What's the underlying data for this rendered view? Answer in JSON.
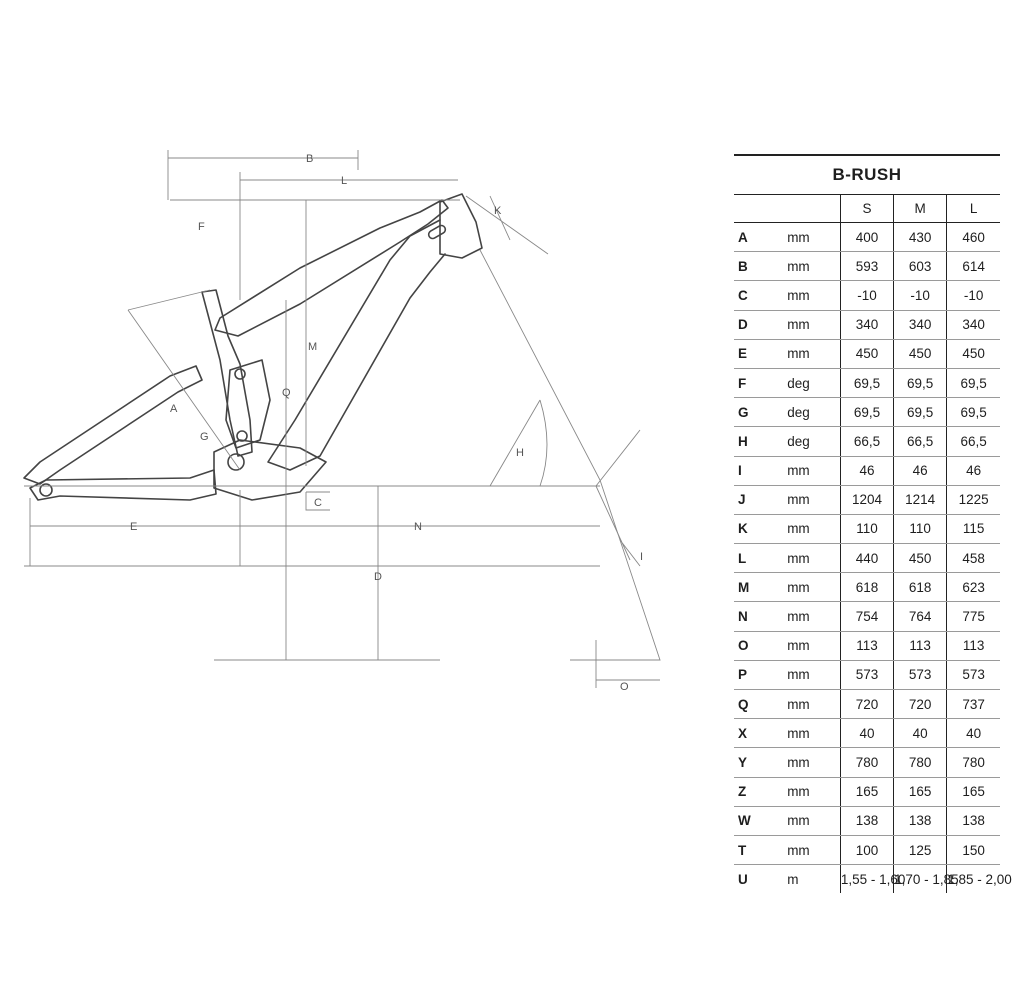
{
  "model": "B-RUSH",
  "sizes": [
    "S",
    "M",
    "L"
  ],
  "rows": [
    {
      "letter": "A",
      "unit": "mm",
      "values": [
        "400",
        "430",
        "460"
      ]
    },
    {
      "letter": "B",
      "unit": "mm",
      "values": [
        "593",
        "603",
        "614"
      ]
    },
    {
      "letter": "C",
      "unit": "mm",
      "values": [
        "-10",
        "-10",
        "-10"
      ]
    },
    {
      "letter": "D",
      "unit": "mm",
      "values": [
        "340",
        "340",
        "340"
      ]
    },
    {
      "letter": "E",
      "unit": "mm",
      "values": [
        "450",
        "450",
        "450"
      ]
    },
    {
      "letter": "F",
      "unit": "deg",
      "values": [
        "69,5",
        "69,5",
        "69,5"
      ]
    },
    {
      "letter": "G",
      "unit": "deg",
      "values": [
        "69,5",
        "69,5",
        "69,5"
      ]
    },
    {
      "letter": "H",
      "unit": "deg",
      "values": [
        "66,5",
        "66,5",
        "66,5"
      ]
    },
    {
      "letter": "I",
      "unit": "mm",
      "values": [
        "46",
        "46",
        "46"
      ]
    },
    {
      "letter": "J",
      "unit": "mm",
      "values": [
        "1204",
        "1214",
        "1225"
      ]
    },
    {
      "letter": "K",
      "unit": "mm",
      "values": [
        "110",
        "110",
        "115"
      ]
    },
    {
      "letter": "L",
      "unit": "mm",
      "values": [
        "440",
        "450",
        "458"
      ]
    },
    {
      "letter": "M",
      "unit": "mm",
      "values": [
        "618",
        "618",
        "623"
      ]
    },
    {
      "letter": "N",
      "unit": "mm",
      "values": [
        "754",
        "764",
        "775"
      ]
    },
    {
      "letter": "O",
      "unit": "mm",
      "values": [
        "113",
        "113",
        "113"
      ]
    },
    {
      "letter": "P",
      "unit": "mm",
      "values": [
        "573",
        "573",
        "573"
      ]
    },
    {
      "letter": "Q",
      "unit": "mm",
      "values": [
        "720",
        "720",
        "737"
      ]
    },
    {
      "letter": "X",
      "unit": "mm",
      "values": [
        "40",
        "40",
        "40"
      ]
    },
    {
      "letter": "Y",
      "unit": "mm",
      "values": [
        "780",
        "780",
        "780"
      ]
    },
    {
      "letter": "Z",
      "unit": "mm",
      "values": [
        "165",
        "165",
        "165"
      ]
    },
    {
      "letter": "W",
      "unit": "mm",
      "values": [
        "138",
        "138",
        "138"
      ]
    },
    {
      "letter": "T",
      "unit": "mm",
      "values": [
        "100",
        "125",
        "150"
      ]
    },
    {
      "letter": "U",
      "unit": "m",
      "values": [
        "1,55 - 1,60",
        "1,70 - 1,85",
        "1,85 - 2,00"
      ]
    }
  ],
  "diagram_labels": {
    "B": "B",
    "L": "L",
    "K": "K",
    "F": "F",
    "M": "M",
    "Q": "Q",
    "A": "A",
    "G": "G",
    "H": "H",
    "C": "C",
    "E": "E",
    "N": "N",
    "D": "D",
    "I": "I",
    "O": "O"
  }
}
